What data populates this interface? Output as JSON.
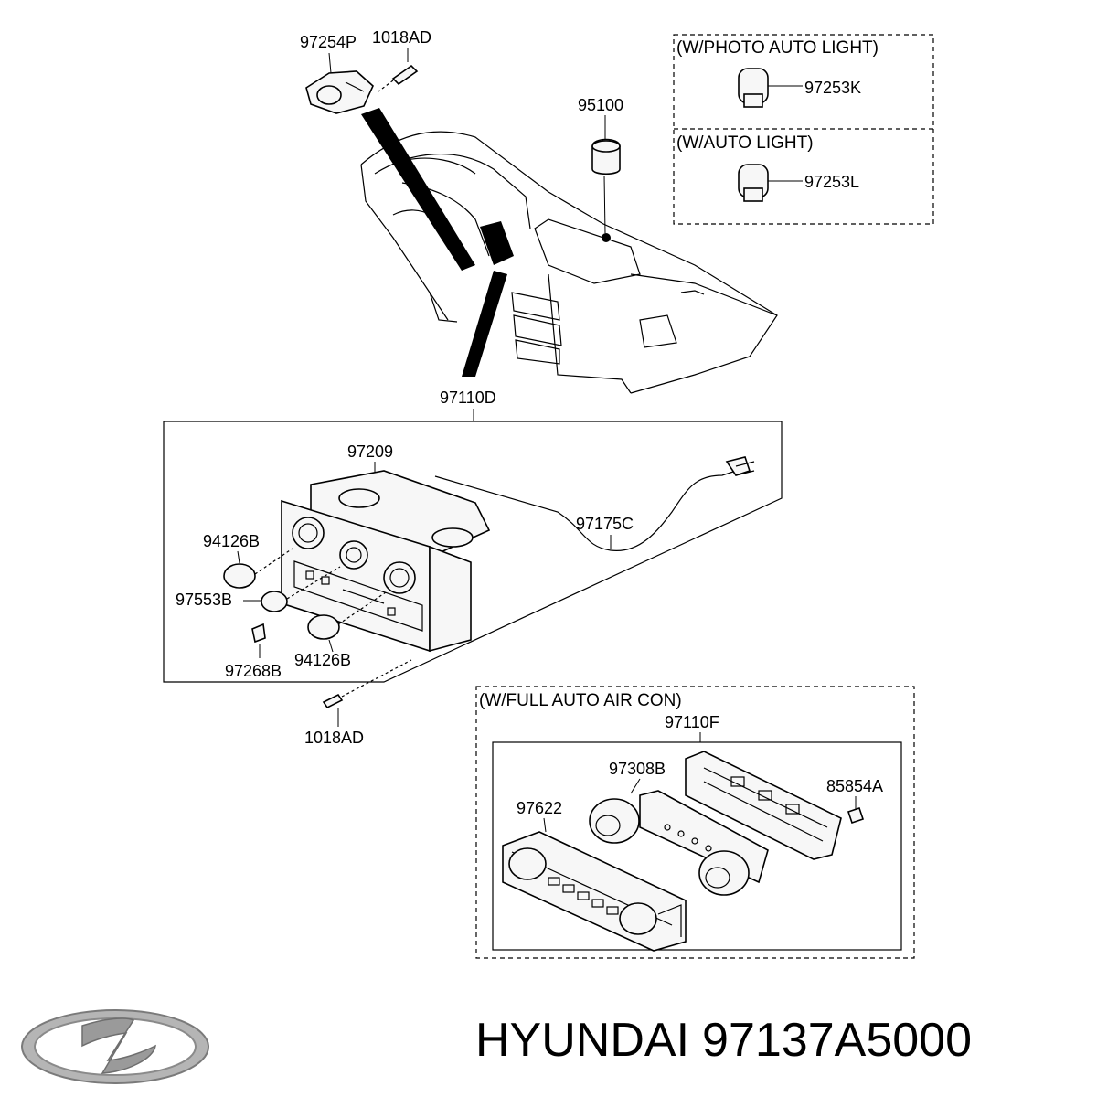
{
  "labels": {
    "p97254P": "97254P",
    "p1018AD_top": "1018AD",
    "p95100": "95100",
    "p97110D": "97110D",
    "p97209": "97209",
    "p97175C": "97175C",
    "p94126B_a": "94126B",
    "p97553B": "97553B",
    "p94126B_b": "94126B",
    "p97268B": "97268B",
    "p1018AD_bottom": "1018AD",
    "p97253K": "97253K",
    "p97253L": "97253L",
    "p97110F": "97110F",
    "p97308B": "97308B",
    "p85854A": "85854A",
    "p97622": "97622"
  },
  "notes": {
    "photo_auto_light": "(W/PHOTO  AUTO LIGHT)",
    "auto_light": "(W/AUTO LIGHT)",
    "full_auto_air_con": "(W/FULL AUTO AIR CON)"
  },
  "footer": {
    "brand": "HYUNDAI",
    "part_number": "97137A5000"
  },
  "icons": {
    "brand_logo": "hyundai-logo-icon"
  },
  "colors": {
    "line": "#000000",
    "background": "#ffffff",
    "logo_gray": "#9a9a9a"
  }
}
